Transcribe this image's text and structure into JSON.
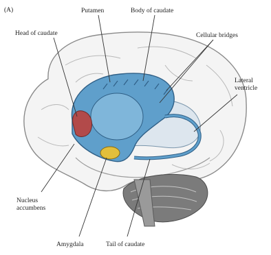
{
  "panel_label": "(A)",
  "labels": {
    "putamen": "Putamen",
    "body_of_caudate": "Body of caudate",
    "head_of_caudate": "Head of caudate",
    "cellular_bridges": "Cellular bridges",
    "lateral_ventricle": "Lateral\nventricle",
    "nucleus_accumbens": "Nucleus\naccumbens",
    "amygdala": "Amygdala",
    "tail_of_caudate": "Tail of caudate"
  },
  "colors": {
    "brain_fill": "#f4f4f4",
    "brain_outline": "#8a8a8a",
    "caudate_blue": "#5f9fcb",
    "caudate_dark": "#2f5f86",
    "head_red": "#b24a4a",
    "amygdala_yellow": "#e3bf3b",
    "ventricle_grey": "#dde6ee",
    "cerebellum_grey": "#6d6d6d",
    "leader_line": "#333333"
  }
}
